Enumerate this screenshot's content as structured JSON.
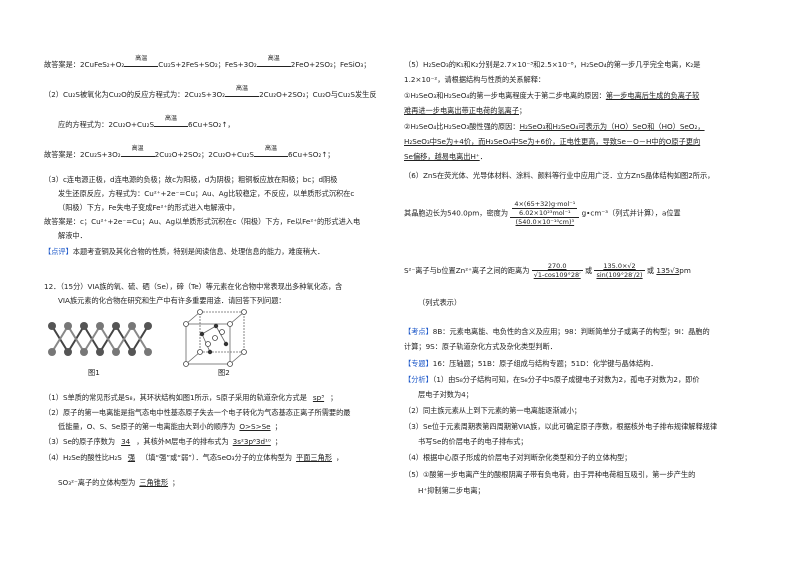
{
  "left": {
    "l1": "故答案是：2CuFeS₂+O₂",
    "l1_cond": "高温",
    "l1b": "Cu₂S+2FeS+SO₂；FeS+3O₂",
    "l1_cond2": "高温",
    "l1c": "2FeO+2SO₂；FeSiO₃；",
    "l2": "（2）Cu₂S被氧化为Cu₂O的反应方程式为：2Cu₂S+3O₂",
    "l2_cond": "高温",
    "l2b": "2Cu₂O+2SO₂；Cu₂O与Cu₂S发生反",
    "l3": "应的方程式为：2Cu₂O+Cu₂S",
    "l3_cond": "高温",
    "l3b": "6Cu+SO₂↑，",
    "l4": "故答案是：2Cu₂S+3O₂",
    "l4_cond": "高温",
    "l4b": "2Cu₂O+2SO₂；2Cu₂O+Cu₂S",
    "l4_cond2": "高温",
    "l4c": "6Cu+SO₂↑；",
    "l5": "（3）c连电源正极，d连电源的负极；故c为阳极，d为阴极；粗铜板应放在阳极；bc；d阴极",
    "l6": "发生还原反应，方程式为：Cu²⁺+2e⁻=Cu；Au、Ag比较稳定，不反应，以单质形式沉积在c",
    "l7": "（阳极）下方，Fe失电子变成Fe²⁺的形式进入电解液中，",
    "l8": "故答案是：c；Cu²⁺+2e⁻=Cu；Au、Ag以单质形式沉积在c（阳极）下方，Fe以Fe²⁺的形式进入电",
    "l9": "解液中．",
    "dianping_tag": "【点评】",
    "dianping": "本题考查铜及其化合物的性质，特别是阅读信息、处理信息的能力，难度稍大．",
    "q12a": "12．（15分）VIA族的氧、硫、硒（Se），碲（Te）等元素在化合物中常表现出多种氧化态，含",
    "q12b": "VIA族元素的化合物在研究和生产中有许多重要用途．请回答下列问题：",
    "fig1": "图1",
    "fig2": "图2",
    "a1a": "（1）S单质的常见形式是S₈，其环状结构如图1所示，S原子采用的轨道杂化方式是",
    "a1ans": "sp³",
    "a1b": "；",
    "a2a": "（2）原子的第一电离能是指气态电中性基态原子失去一个电子转化为气态基态正离子所需要的最",
    "a2b": "低能量，O、S、Se原子的第一电离能由大到小的顺序为",
    "a2ans": "O>S>Se",
    "a2c": "；",
    "a3a": "（3）Se的原子序数为",
    "a3ans1": "34",
    "a3b": "，其核外M层电子的排布式为",
    "a3ans2": "3s²3p⁶3d¹⁰",
    "a3c": "；",
    "a4a": "（4）H₂Se的酸性比H₂S",
    "a4ans1": "强",
    "a4b": "（填“强”或“弱”）．气态SeO₃分子的立体构型为",
    "a4ans2": "平面三角形",
    "a4c": "，",
    "a4d": "SO₃²⁻离子的立体构型为",
    "a4ans3": "三角锥形",
    "a4e": "；"
  },
  "right": {
    "r1": "（5）H₂SeO₃的K₁和K₂分别是2.7×10⁻³和2.5×10⁻⁸，H₂SeO₄的第一步几乎完全电离，K₂是",
    "r2": "1.2×10⁻²，请根据结构与性质的关系解释：",
    "r3a": "①H₂SeO₃和H₂SeO₄的第一步电离程度大于第二步电离的原因：",
    "r3ans": "第一步电离后生成的负离子较",
    "r4ans": "难再进一步电离出带正电荷的氢离子",
    "r4b": "；",
    "r5a": "②H₂SeO₄比H₂SeO₃酸性强的原因：",
    "r5ans": "H₂SeO₃和H₂SeO₄可表示为（HO）SeO和（HO）SeO₂，",
    "r6ans": "H₂SeO₃中Se为+4价，而H₂SeO₄中Se为+6价，正电性更高，导致Se－O－H中的O原子更向",
    "r7ans": "Se偏移，越易电离出H⁺",
    "r7b": "．",
    "r8": "（6）ZnS在荧光体、光导体材料、涂料、颜料等行业中应用广泛．立方ZnS晶体结构如图2所示，",
    "r9a": "其晶胞边长为540.0pm，密度为",
    "r9num": "4×(65+32)g·mol⁻¹",
    "r9num2": "6.02×10²³mol⁻¹",
    "r9den": "(540.0×10⁻¹⁰cm)³",
    "r9b": "g•cm⁻³（列式并计算），a位置",
    "r10a": "S²⁻离子与b位置Zn²⁺离子之间的距离为",
    "r10num": "270.0",
    "r10den": "√1-cos109°28′",
    "r10or": "或",
    "r10num2": "135.0×√2",
    "r10den2a": "sin(109°28′/2)",
    "r10or2": "或",
    "r10c": "135√3",
    "r10d": "pm",
    "r11": "（列式表示）",
    "kd_tag": "【考点】",
    "kd1": "8B：元素电离能、电负性的含义及应用；98：判断简单分子或离子的构型；9I：晶胞的",
    "kd2": "计算；9S：原子轨道杂化方式及杂化类型判断．",
    "zt_tag": "【专题】",
    "zt": "16：压轴题；51B：原子组成与结构专题；51D：化学键与晶体结构．",
    "fx_tag": "【分析】",
    "fx1": "（1）由S₈分子结构可知，在S₈分子中S原子成键电子对数为2，孤电子对数为2，即价",
    "fx2": "层电子对数为4；",
    "fx3": "（2）同主族元素从上到下元素的第一电离能逐渐减小；",
    "fx4": "（3）Se位于元素周期表第四周期第VIA族，以此可确定原子序数，根据核外电子排布规律解释规律",
    "fx5": "书写Se的价层电子的电子排布式；",
    "fx6": "（4）根据中心原子形成的价层电子对判断杂化类型和分子的立体构型；",
    "fx7": "（5）①酸第一步电离产生的酸根阴离子带有负电荷，由于异种电荷相互吸引，第一步产生的",
    "fx8": "H⁺抑制第二步电离；"
  }
}
